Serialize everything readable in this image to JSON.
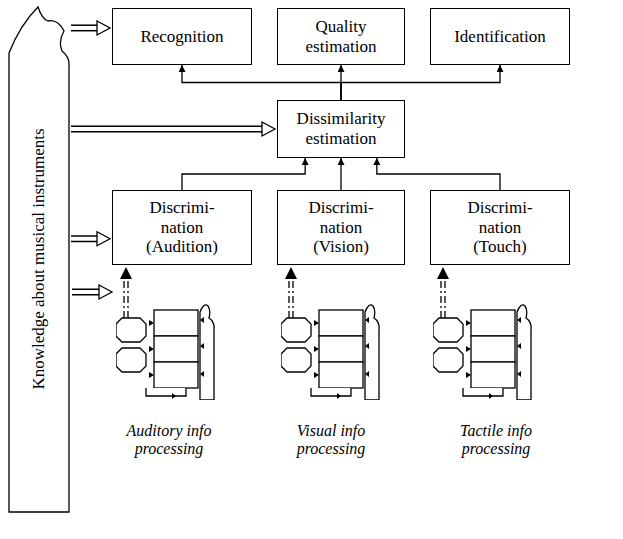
{
  "diagram": {
    "nodes": [
      {
        "text": [
          "Recognition"
        ]
      },
      {
        "text": [
          "Quality estimation"
        ]
      },
      {
        "text": [
          "Identification"
        ]
      },
      {
        "text": [
          "Dissimilarity estimation"
        ]
      },
      {
        "text": [
          "Discrimi- nation (Audition)"
        ]
      },
      {
        "text": [
          "Discrimi- nation (Vision)"
        ]
      },
      {
        "text": [
          "Discrimi- nation (Touch)"
        ]
      },
      {
        "text": [
          "Knowledge about musical instruments"
        ]
      }
    ],
    "edges": [
      {
        "from": 4,
        "to": 3,
        "arrow": "to"
      },
      {
        "from": 5,
        "to": 3,
        "arrow": "to"
      },
      {
        "from": 6,
        "to": 3,
        "arrow": "to"
      },
      {
        "from": 3,
        "to": 0,
        "arrow": "to"
      },
      {
        "from": 3,
        "to": 1,
        "arrow": "to"
      },
      {
        "from": 3,
        "to": 2,
        "arrow": "to"
      },
      {
        "from": 7,
        "to": 0,
        "arrow": "to"
      },
      {
        "from": 7,
        "to": 3,
        "arrow": "to"
      },
      {
        "from": 7,
        "to": 4,
        "arrow": "to"
      }
    ],
    "labels": [
      "Auditory info processing",
      "Visual info processing",
      "Tactile info processing"
    ]
  }
}
